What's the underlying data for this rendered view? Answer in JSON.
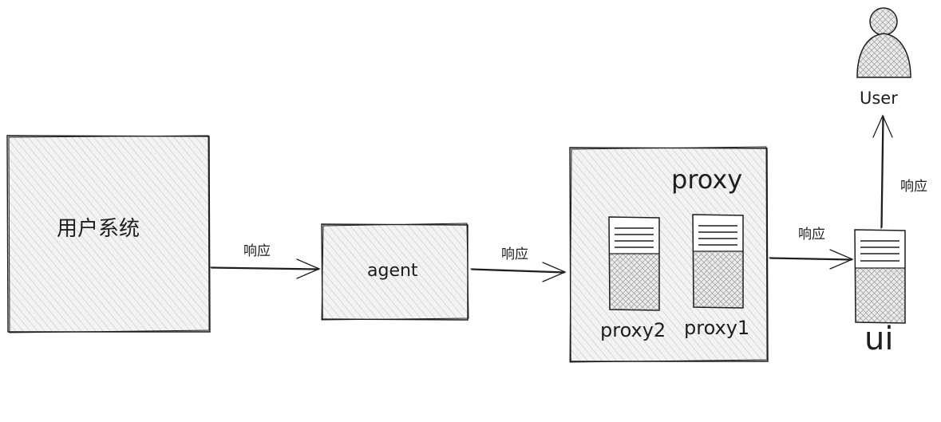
{
  "nodes": {
    "user_system": {
      "label": "用户系统"
    },
    "agent": {
      "label": "agent"
    },
    "proxy_group": {
      "label": "proxy",
      "servers": [
        {
          "label": "proxy2"
        },
        {
          "label": "proxy1"
        }
      ]
    },
    "ui": {
      "label": "ui"
    },
    "user": {
      "label": "User"
    }
  },
  "edges": [
    {
      "from": "用户系统",
      "to": "agent",
      "label": "响应"
    },
    {
      "from": "agent",
      "to": "proxy",
      "label": "响应"
    },
    {
      "from": "proxy",
      "to": "ui",
      "label": "响应"
    },
    {
      "from": "ui",
      "to": "User",
      "label": "响应"
    }
  ],
  "colors": {
    "stroke": "#1e1e1e",
    "fill": "#f1f1f1",
    "hatch": "#b5b5b5"
  },
  "icons": {
    "server": "server-icon",
    "user": "person-icon"
  }
}
